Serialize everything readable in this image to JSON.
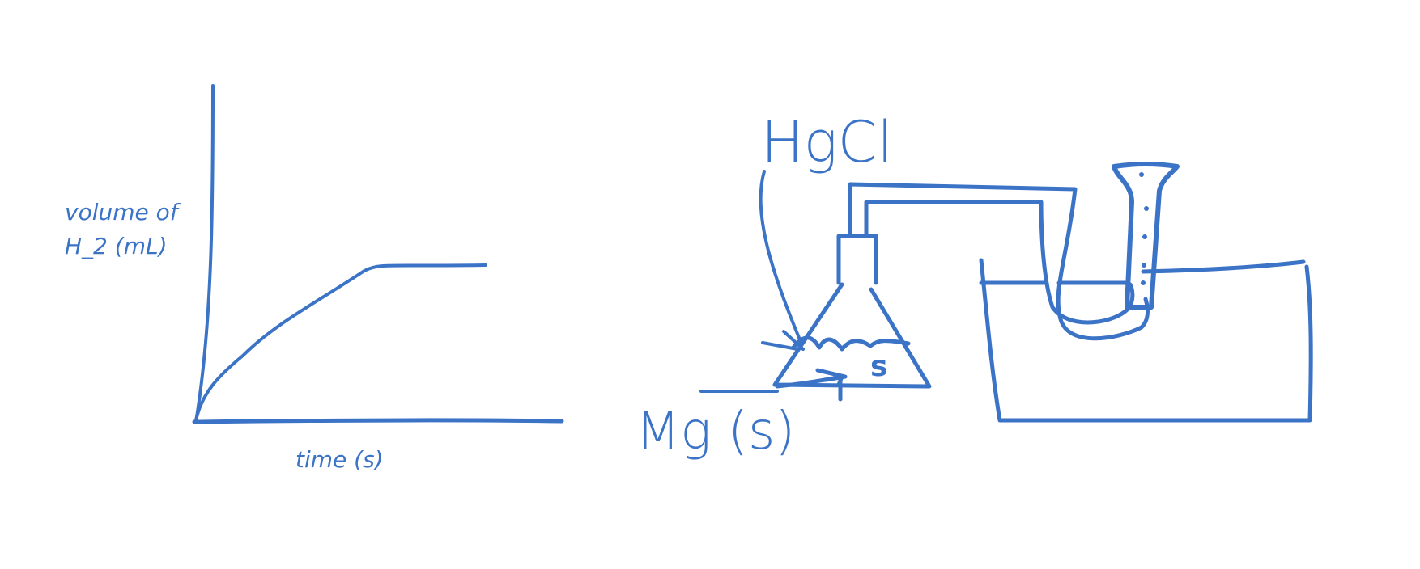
{
  "ink_color": "#3b73c6",
  "graph": {
    "ylabel_line1": "volume of",
    "ylabel_line2": "H_2 (mL)",
    "xlabel": "time (s)",
    "curve_shape": "rises steeply then levels off (plateau)"
  },
  "apparatus": {
    "label_acid": "HgCl",
    "label_metal": "Mg (s)",
    "label_flask_content": "s",
    "components": [
      "conical-flask",
      "stopper",
      "delivery-tube",
      "water-trough",
      "inverted-measuring-cylinder"
    ]
  }
}
